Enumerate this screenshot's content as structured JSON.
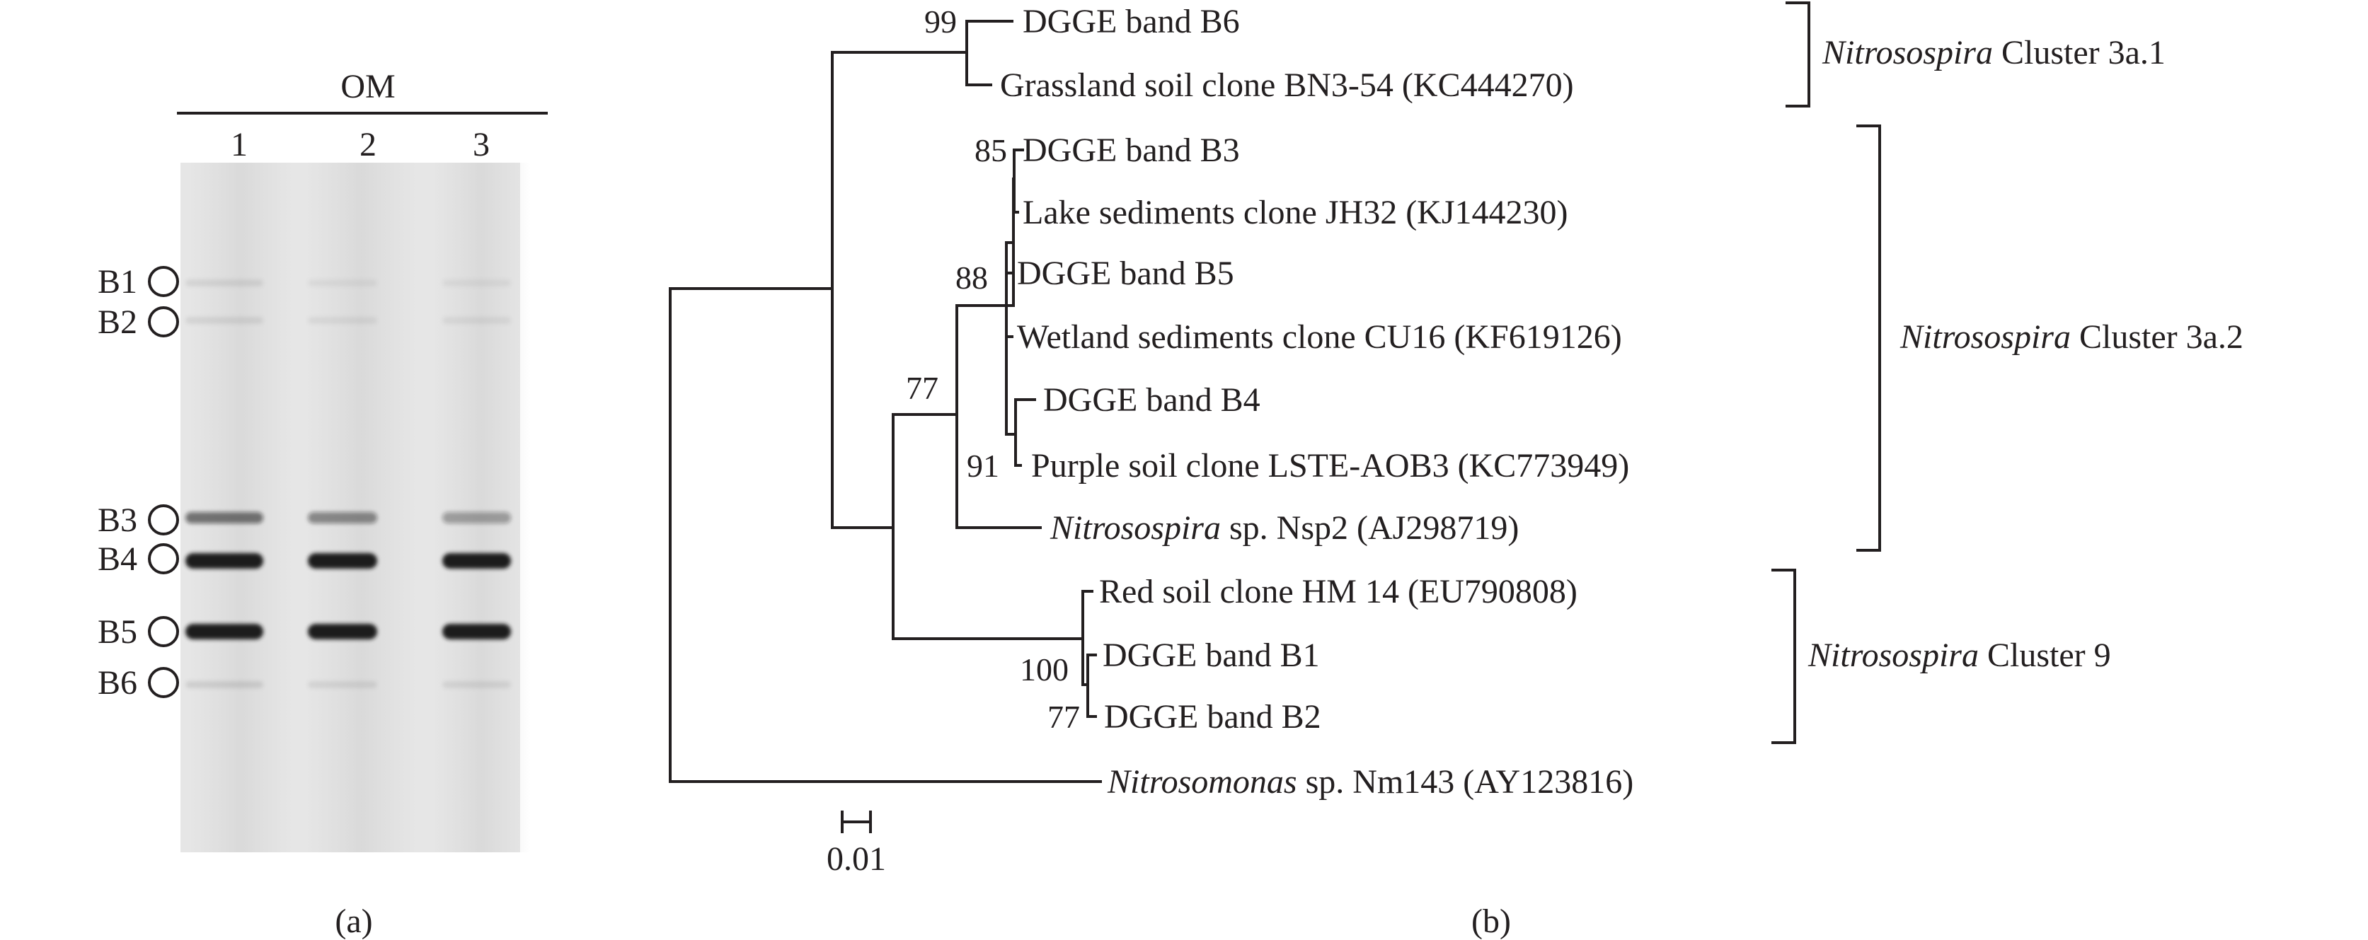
{
  "panel_a": {
    "caption": "(a)",
    "treatment_label": "OM",
    "lanes": [
      "1",
      "2",
      "3"
    ],
    "bands": [
      {
        "label": "B1",
        "intensity": [
          0.08,
          0.05,
          0.05
        ]
      },
      {
        "label": "B2",
        "intensity": [
          0.08,
          0.06,
          0.06
        ]
      },
      {
        "label": "B3",
        "intensity": [
          0.55,
          0.45,
          0.35
        ]
      },
      {
        "label": "B4",
        "intensity": [
          1.0,
          1.0,
          1.0
        ]
      },
      {
        "label": "B5",
        "intensity": [
          1.0,
          1.0,
          1.0
        ]
      },
      {
        "label": "B6",
        "intensity": [
          0.1,
          0.08,
          0.08
        ]
      }
    ]
  },
  "panel_b": {
    "caption": "(b)",
    "scale_bar_label": "0.01",
    "leaves": {
      "b6": "DGGE band B6",
      "bn354": "Grassland soil clone BN3-54 (KC444270)",
      "b3": "DGGE band B3",
      "jh32": "Lake sediments clone JH32 (KJ144230)",
      "b5": "DGGE band B5",
      "cu16": "Wetland sediments clone CU16 (KF619126)",
      "b4": "DGGE band B4",
      "lste": "Purple soil clone LSTE-AOB3 (KC773949)",
      "nsp2_genus": "Nitrosospira",
      "nsp2_rest": " sp. Nsp2 (AJ298719)",
      "hm14": "Red soil clone HM 14 (EU790808)",
      "b1": "DGGE band B1",
      "b2": "DGGE band B2",
      "nm143_genus": "Nitrosomonas",
      "nm143_rest": " sp. Nm143 (AY123816)"
    },
    "bootstrap": {
      "b99": "99",
      "b85": "85",
      "b88": "88",
      "b77a": "77",
      "b91": "91",
      "b100": "100",
      "b77b": "77"
    },
    "clusters": [
      {
        "genus": "Nitrosospira",
        "name": " Cluster 3a.1"
      },
      {
        "genus": "Nitrosospira",
        "name": " Cluster 3a.2"
      },
      {
        "genus": "Nitrosospira",
        "name": " Cluster 9"
      }
    ]
  },
  "colors": {
    "line": "#231f20",
    "gel_background": "#e6e6e6",
    "band": "#1a1a1a"
  }
}
